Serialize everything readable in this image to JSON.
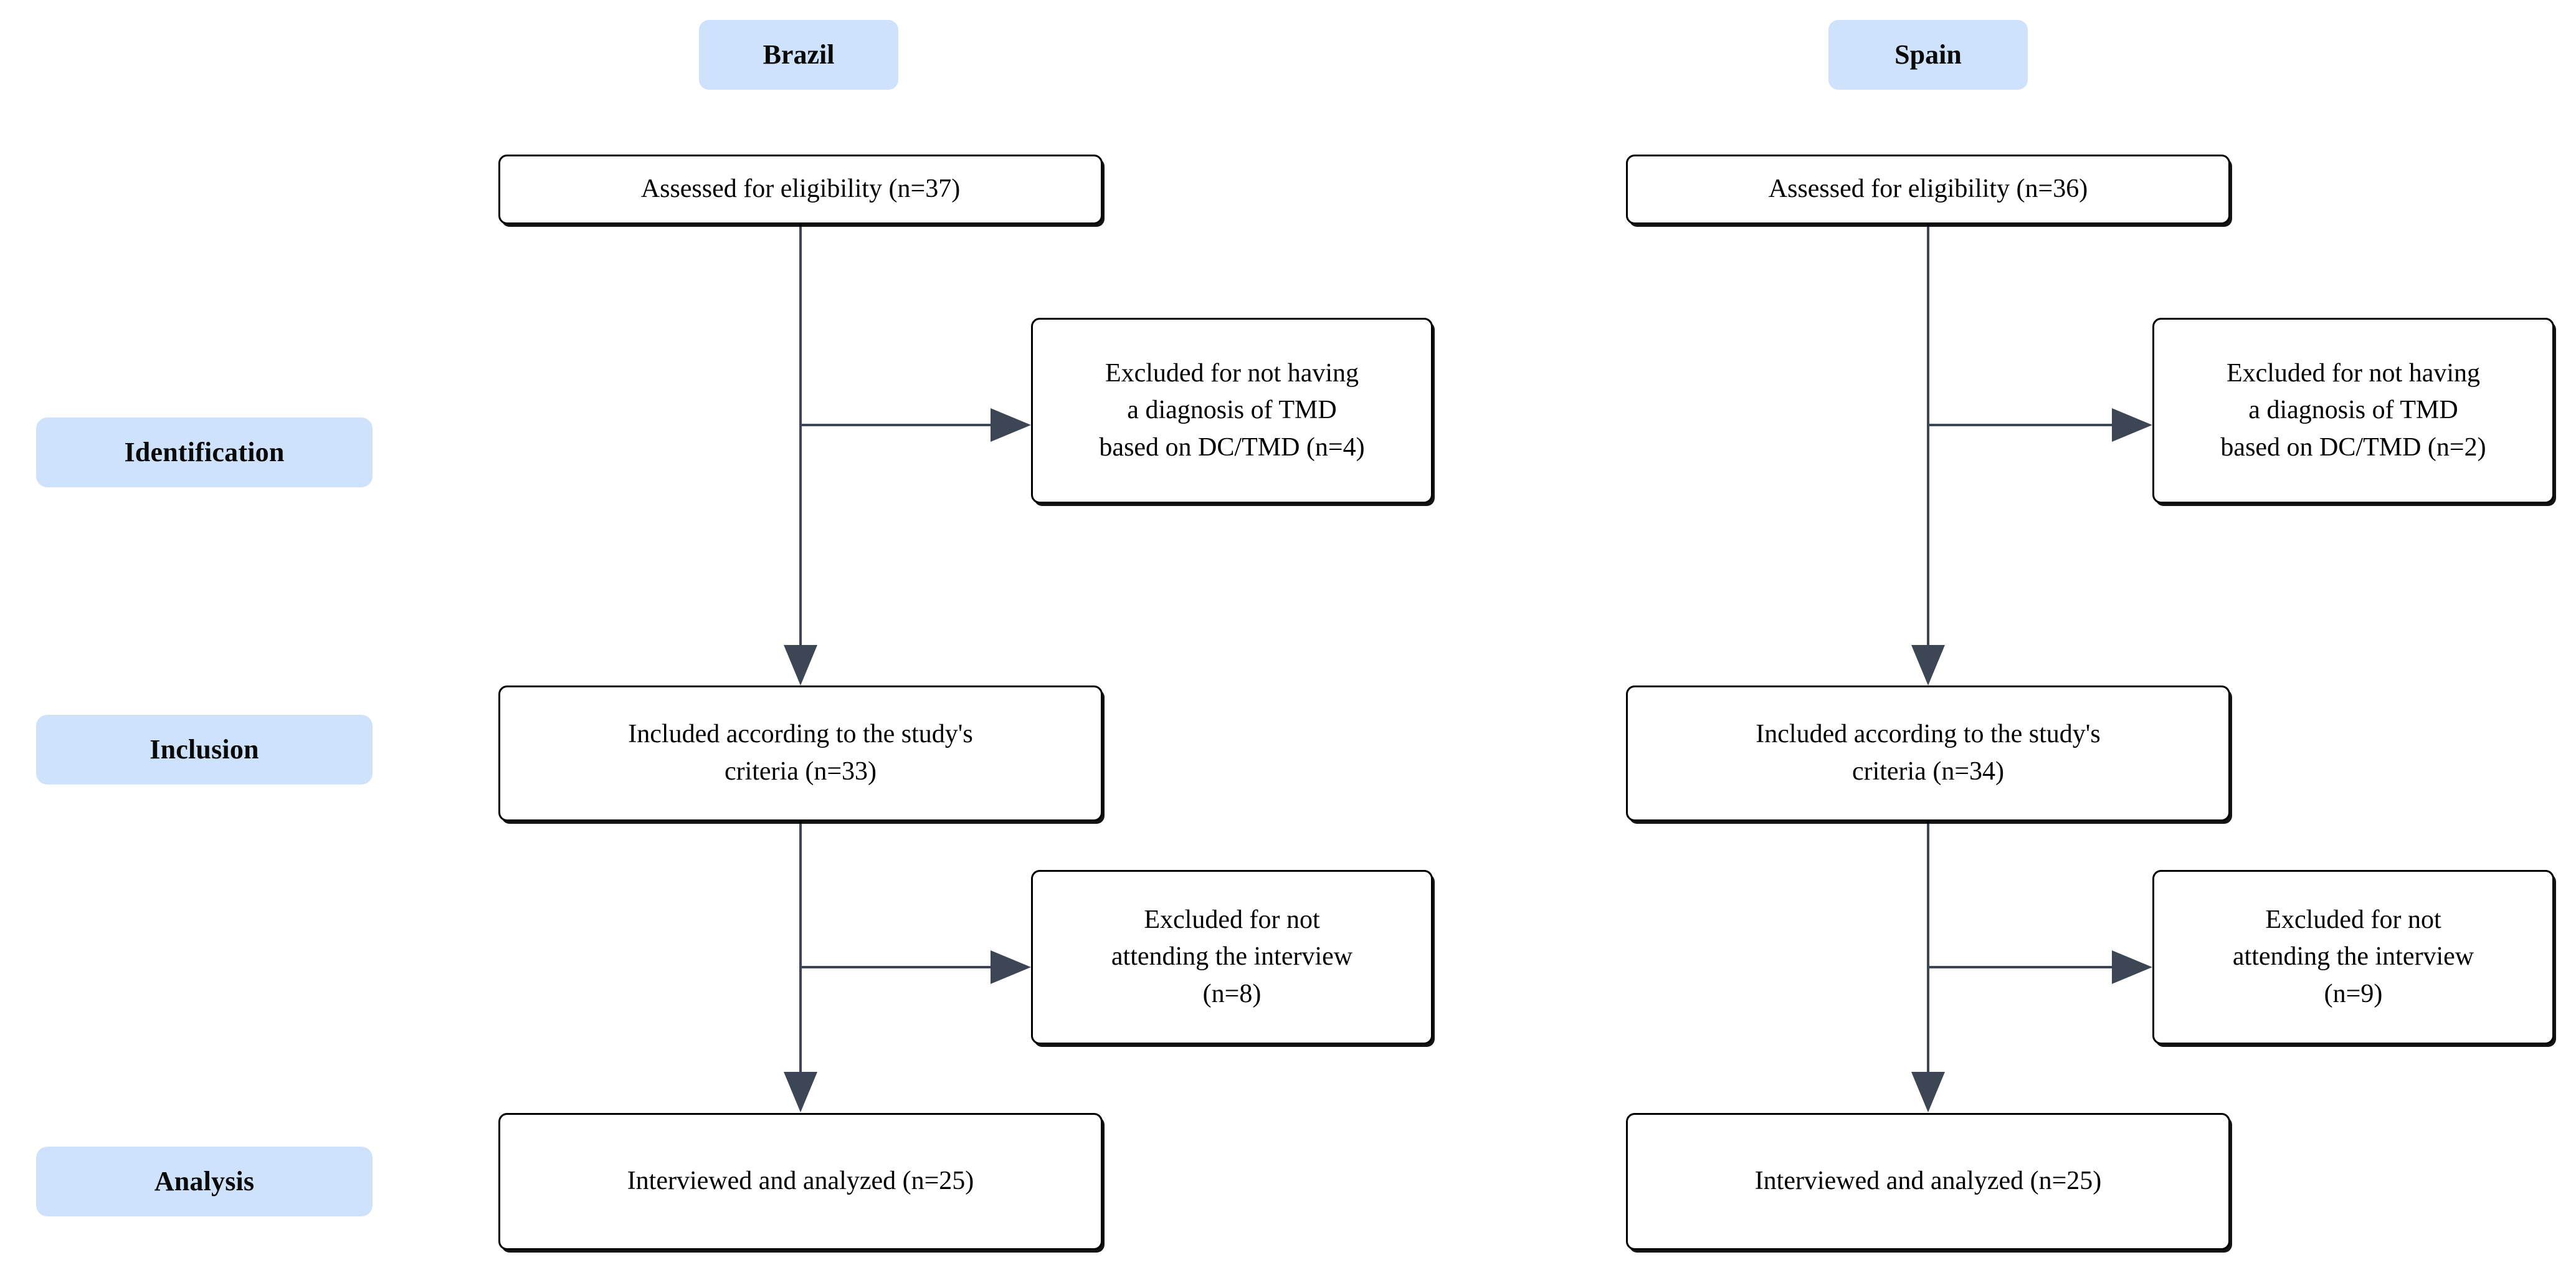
{
  "diagram": {
    "type": "flowchart",
    "title": "PRISMA-style participant flow diagram",
    "accent_color": "#cfe2fb",
    "box_border_color": "#000000",
    "connector_color": "#3d4654",
    "background_color": "#ffffff"
  },
  "phases": [
    {
      "label": "Identification"
    },
    {
      "label": "Inclusion"
    },
    {
      "label": "Analysis"
    }
  ],
  "columns": [
    {
      "header": "Brazil",
      "nodes": [
        {
          "id": "brazil-assessed",
          "text": "Assessed for eligibility (n=37)"
        },
        {
          "id": "brazil-excluded-1",
          "text": "Excluded for not having\na diagnosis of TMD\nbased on DC/TMD (n=4)"
        },
        {
          "id": "brazil-included",
          "text": "Included according to the study's\ncriteria (n=33)"
        },
        {
          "id": "brazil-excluded-2",
          "text": "Excluded for not\nattending the interview\n(n=8)"
        },
        {
          "id": "brazil-analyzed",
          "text": "Interviewed and analyzed (n=25)"
        }
      ]
    },
    {
      "header": "Spain",
      "nodes": [
        {
          "id": "spain-assessed",
          "text": "Assessed for eligibility (n=36)"
        },
        {
          "id": "spain-excluded-1",
          "text": "Excluded for not having\na diagnosis of TMD\nbased on DC/TMD (n=2)"
        },
        {
          "id": "spain-included",
          "text": "Included according to the study's\ncriteria (n=34)"
        },
        {
          "id": "spain-excluded-2",
          "text": "Excluded for not\nattending the interview\n(n=9)"
        },
        {
          "id": "spain-analyzed",
          "text": "Interviewed and analyzed (n=25)"
        }
      ]
    }
  ],
  "counts": {
    "brazil_assessed": 37,
    "brazil_excluded_no_tmd": 4,
    "brazil_included": 33,
    "brazil_excluded_no_interview": 8,
    "brazil_analyzed": 25,
    "spain_assessed": 36,
    "spain_excluded_no_tmd": 2,
    "spain_included": 34,
    "spain_excluded_no_interview": 9,
    "spain_analyzed": 25
  }
}
